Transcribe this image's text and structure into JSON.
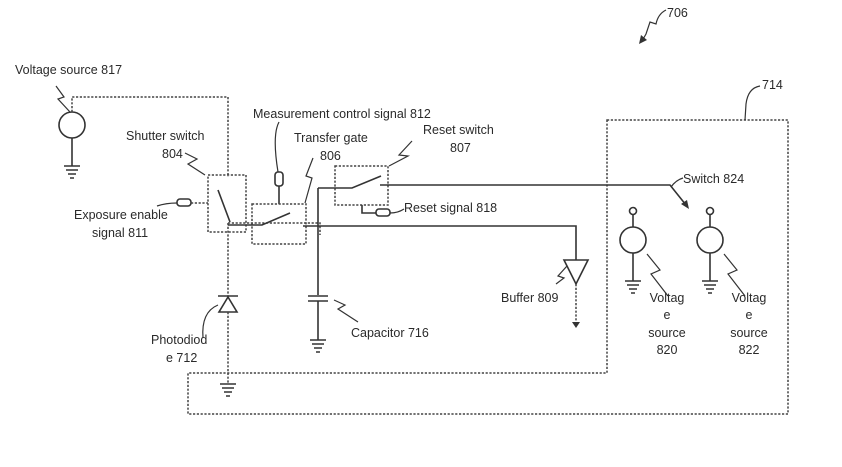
{
  "figure": {
    "ref_label": "706",
    "module_label": "714"
  },
  "components": {
    "voltage_source_817": "Voltage source 817",
    "shutter_switch": [
      "Shutter switch",
      "804"
    ],
    "exposure_enable": [
      "Exposure enable",
      "signal 811"
    ],
    "measurement_control": "Measurement control signal 812",
    "transfer_gate": [
      "Transfer gate",
      "806"
    ],
    "reset_switch": [
      "Reset switch",
      "807"
    ],
    "reset_signal": "Reset signal 818",
    "switch_824": "Switch 824",
    "buffer": "Buffer 809",
    "capacitor": "Capacitor 716",
    "photodiode": [
      "Photodiod",
      "e 712"
    ],
    "voltage_source_820": [
      "Voltag",
      "e",
      "source",
      "820"
    ],
    "voltage_source_822": [
      "Voltag",
      "e",
      "source",
      "822"
    ]
  },
  "colors": {
    "line": "#333333",
    "text": "#2a2a2a",
    "background": "#ffffff"
  }
}
